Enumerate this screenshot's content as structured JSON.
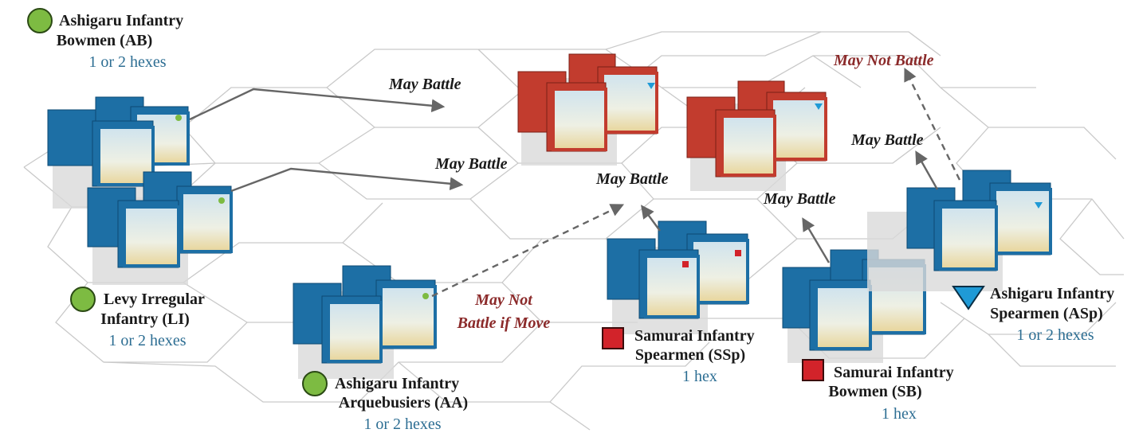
{
  "colors": {
    "blue_block": "#1d6fa5",
    "red_block": "#c23c2e",
    "green_symbol": "#7dbb42",
    "red_symbol": "#d2232a",
    "blue_symbol": "#1f9ad6",
    "grid": "#c9c9c9",
    "label_dark": "#1a1a1a",
    "movement_text": "#2d6e93",
    "may_battle_text": "#1a1a1a",
    "may_not_text": "#8b2a2a",
    "arrow": "#666666"
  },
  "units": [
    {
      "id": "ab",
      "name_lines": [
        "Ashigaru Infantry",
        "Bowmen (AB)"
      ],
      "movement": "1 or 2 hexes",
      "symbol": "green-circle-icon"
    },
    {
      "id": "li",
      "name_lines": [
        "Levy Irregular",
        "Infantry (LI)"
      ],
      "movement": "1 or 2 hexes",
      "symbol": "green-circle-icon"
    },
    {
      "id": "aa",
      "name_lines": [
        "Ashigaru Infantry",
        "Arquebusiers (AA)"
      ],
      "movement": "1 or 2 hexes",
      "symbol": "green-circle-icon"
    },
    {
      "id": "ssp",
      "name_lines": [
        "Samurai Infantry",
        "Spearmen (SSp)"
      ],
      "movement": "1 hex",
      "symbol": "red-square-icon"
    },
    {
      "id": "sb",
      "name_lines": [
        "Samurai Infantry",
        "Bowmen (SB)"
      ],
      "movement": "1 hex",
      "symbol": "red-square-icon"
    },
    {
      "id": "asp",
      "name_lines": [
        "Ashigaru Infantry",
        "Spearmen (ASp)"
      ],
      "movement": "1 or 2 hexes",
      "symbol": "blue-triangle-icon"
    }
  ],
  "annotations": {
    "ab_arrow": "May Battle",
    "li_arrow": "May Battle",
    "aa_arrow": [
      "May Not",
      "Battle if Move"
    ],
    "ssp_arrow": "May Battle",
    "sb_arrow": "May Battle",
    "asp_arrow": "May Battle",
    "asp_dashed": "May Not Battle"
  }
}
